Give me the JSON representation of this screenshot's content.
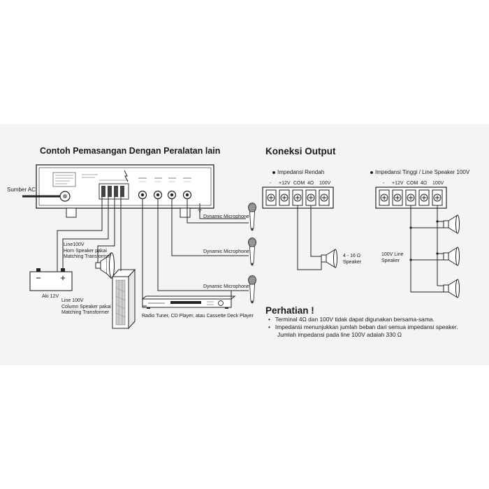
{
  "left": {
    "title": "Contoh Pemasangan Dengan Peralatan lain",
    "sumber_ac": "Sumber AC",
    "mic_label": "Dynamic Microphone",
    "horn_label": [
      "Line100V",
      "Horn Speaker pakai",
      "Matching Transformer"
    ],
    "battery_label": "Aki 12V",
    "column_label": [
      "Line 100V",
      "Column Speaker pakai",
      "Matching Transformer"
    ],
    "radio_label": "Radio Tuner, CD Player, atau Cassette Deck Player"
  },
  "right": {
    "title": "Koneksi Output",
    "low_title": "Impedansi Rendah",
    "high_title": "Impedansi Tinggi / Line Speaker 100V",
    "terminals_low": [
      "-",
      "+12V",
      "COM",
      "4Ω",
      "100V"
    ],
    "terminals_high": [
      "-",
      "+12V",
      "COM",
      "4Ω",
      "100V"
    ],
    "speaker_low": [
      "4 - 16 Ω",
      "Speaker"
    ],
    "speaker_high": [
      "100V Line",
      "Speaker"
    ]
  },
  "perhatian": {
    "title": "Perhatian !",
    "bullets": [
      "Terminal 4Ω dan 100V tidak dapat digunakan bersama-sama.",
      "Impedansi menunjukkan jumlah beban dari semua impedansi speaker."
    ],
    "continuation": "Jumlah impedansi pada line 100V adalah 330 Ω"
  }
}
